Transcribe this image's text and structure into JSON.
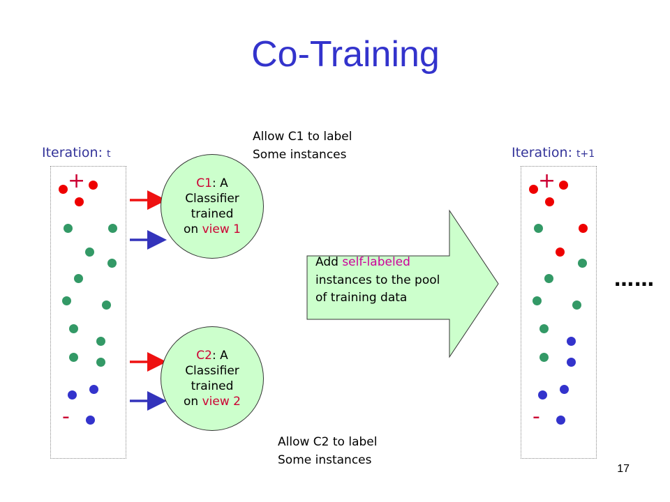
{
  "title": "Co-Training",
  "left_iteration": {
    "label": "Iteration: ",
    "var": "t"
  },
  "right_iteration": {
    "label": "Iteration: ",
    "var": "t+1"
  },
  "plus_sign": "+",
  "minus_sign": "-",
  "classifier1": {
    "name": "C1",
    "line1": ": A",
    "line2": "Classifier",
    "line3": "trained",
    "line4a": "on ",
    "view": "view 1"
  },
  "classifier2": {
    "name": "C2",
    "line1": ": A",
    "line2": "Classifier",
    "line3": "trained",
    "line4a": "on ",
    "view": "view 2"
  },
  "note_c1": {
    "line1": "Allow C1 to label",
    "line2": "Some instances"
  },
  "note_c2": {
    "line1": "Allow C2 to label",
    "line2": "Some instances"
  },
  "arrow_text": {
    "line1a": "Add ",
    "highlight": "self-labeled",
    "line2": "instances to the pool",
    "line3": "of training data"
  },
  "ellipsis": "……",
  "page_number": "17",
  "colors": {
    "red": "#ee0000",
    "green": "#339966",
    "blue": "#3333cc",
    "ellipse_fill": "#ccffcc",
    "arrow_fill": "#ccffcc",
    "red_arrow": "#ee1111",
    "blue_arrow": "#3333bb"
  }
}
